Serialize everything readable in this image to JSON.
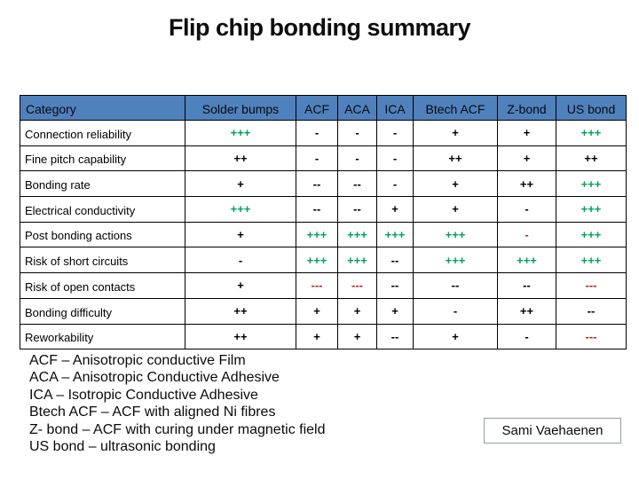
{
  "title": "Flip chip bonding summary",
  "colors": {
    "header_bg": "#4f81bd",
    "positive_green": "#00a15c",
    "negative_red": "#b22222",
    "text": "#000000"
  },
  "table": {
    "columns": [
      "Category",
      "Solder bumps",
      "ACF",
      "ACA",
      "ICA",
      "Btech ACF",
      "Z-bond",
      "US bond"
    ],
    "rows": [
      {
        "category": "Connection reliability",
        "values": [
          {
            "text": "+++",
            "tone": "green"
          },
          {
            "text": "-",
            "tone": "black"
          },
          {
            "text": "-",
            "tone": "black"
          },
          {
            "text": "-",
            "tone": "black"
          },
          {
            "text": "+",
            "tone": "black"
          },
          {
            "text": "+",
            "tone": "black"
          },
          {
            "text": "+++",
            "tone": "green"
          }
        ]
      },
      {
        "category": "Fine pitch capability",
        "values": [
          {
            "text": "++",
            "tone": "black"
          },
          {
            "text": "-",
            "tone": "black"
          },
          {
            "text": "-",
            "tone": "black"
          },
          {
            "text": "-",
            "tone": "black"
          },
          {
            "text": "++",
            "tone": "black"
          },
          {
            "text": "+",
            "tone": "black"
          },
          {
            "text": "++",
            "tone": "black"
          }
        ]
      },
      {
        "category": "Bonding rate",
        "values": [
          {
            "text": "+",
            "tone": "black"
          },
          {
            "text": "--",
            "tone": "black"
          },
          {
            "text": "--",
            "tone": "black"
          },
          {
            "text": "-",
            "tone": "black"
          },
          {
            "text": "+",
            "tone": "black"
          },
          {
            "text": "++",
            "tone": "black"
          },
          {
            "text": "+++",
            "tone": "green"
          }
        ]
      },
      {
        "category": "Electrical conductivity",
        "values": [
          {
            "text": "+++",
            "tone": "green"
          },
          {
            "text": "--",
            "tone": "black"
          },
          {
            "text": "--",
            "tone": "black"
          },
          {
            "text": "+",
            "tone": "black"
          },
          {
            "text": "+",
            "tone": "black"
          },
          {
            "text": "-",
            "tone": "black"
          },
          {
            "text": "+++",
            "tone": "green"
          }
        ]
      },
      {
        "category": "Post bonding actions",
        "values": [
          {
            "text": "+",
            "tone": "black"
          },
          {
            "text": "+++",
            "tone": "green"
          },
          {
            "text": "+++",
            "tone": "green"
          },
          {
            "text": "+++",
            "tone": "green"
          },
          {
            "text": "+++",
            "tone": "green"
          },
          {
            "text": "-",
            "tone": "red"
          },
          {
            "text": "+++",
            "tone": "green"
          }
        ]
      },
      {
        "category": "Risk of short circuits",
        "values": [
          {
            "text": "-",
            "tone": "black"
          },
          {
            "text": "+++",
            "tone": "green"
          },
          {
            "text": "+++",
            "tone": "green"
          },
          {
            "text": "--",
            "tone": "black"
          },
          {
            "text": "+++",
            "tone": "green"
          },
          {
            "text": "+++",
            "tone": "green"
          },
          {
            "text": "+++",
            "tone": "green"
          }
        ]
      },
      {
        "category": "Risk of open contacts",
        "values": [
          {
            "text": "+",
            "tone": "black"
          },
          {
            "text": "---",
            "tone": "red"
          },
          {
            "text": "---",
            "tone": "red"
          },
          {
            "text": "--",
            "tone": "black"
          },
          {
            "text": "--",
            "tone": "black"
          },
          {
            "text": "--",
            "tone": "black"
          },
          {
            "text": "---",
            "tone": "red"
          }
        ]
      },
      {
        "category": "Bonding difficulty",
        "values": [
          {
            "text": "++",
            "tone": "black"
          },
          {
            "text": "+",
            "tone": "black"
          },
          {
            "text": "+",
            "tone": "black"
          },
          {
            "text": "+",
            "tone": "black"
          },
          {
            "text": "-",
            "tone": "black"
          },
          {
            "text": "++",
            "tone": "black"
          },
          {
            "text": "--",
            "tone": "black"
          }
        ]
      },
      {
        "category": "Reworkability",
        "values": [
          {
            "text": "++",
            "tone": "black"
          },
          {
            "text": "+",
            "tone": "black"
          },
          {
            "text": "+",
            "tone": "black"
          },
          {
            "text": "--",
            "tone": "black"
          },
          {
            "text": "+",
            "tone": "black"
          },
          {
            "text": "-",
            "tone": "black"
          },
          {
            "text": "---",
            "tone": "red"
          }
        ]
      }
    ]
  },
  "footnotes": [
    "ACF – Anisotropic conductive Film",
    "ACA – Anisotropic Conductive Adhesive",
    "ICA – Isotropic Conductive Adhesive",
    "Btech ACF – ACF with aligned Ni fibres",
    "Z- bond – ACF with curing under magnetic field",
    "US bond – ultrasonic bonding"
  ],
  "author_box": {
    "name": "Sami Vaehaenen"
  }
}
